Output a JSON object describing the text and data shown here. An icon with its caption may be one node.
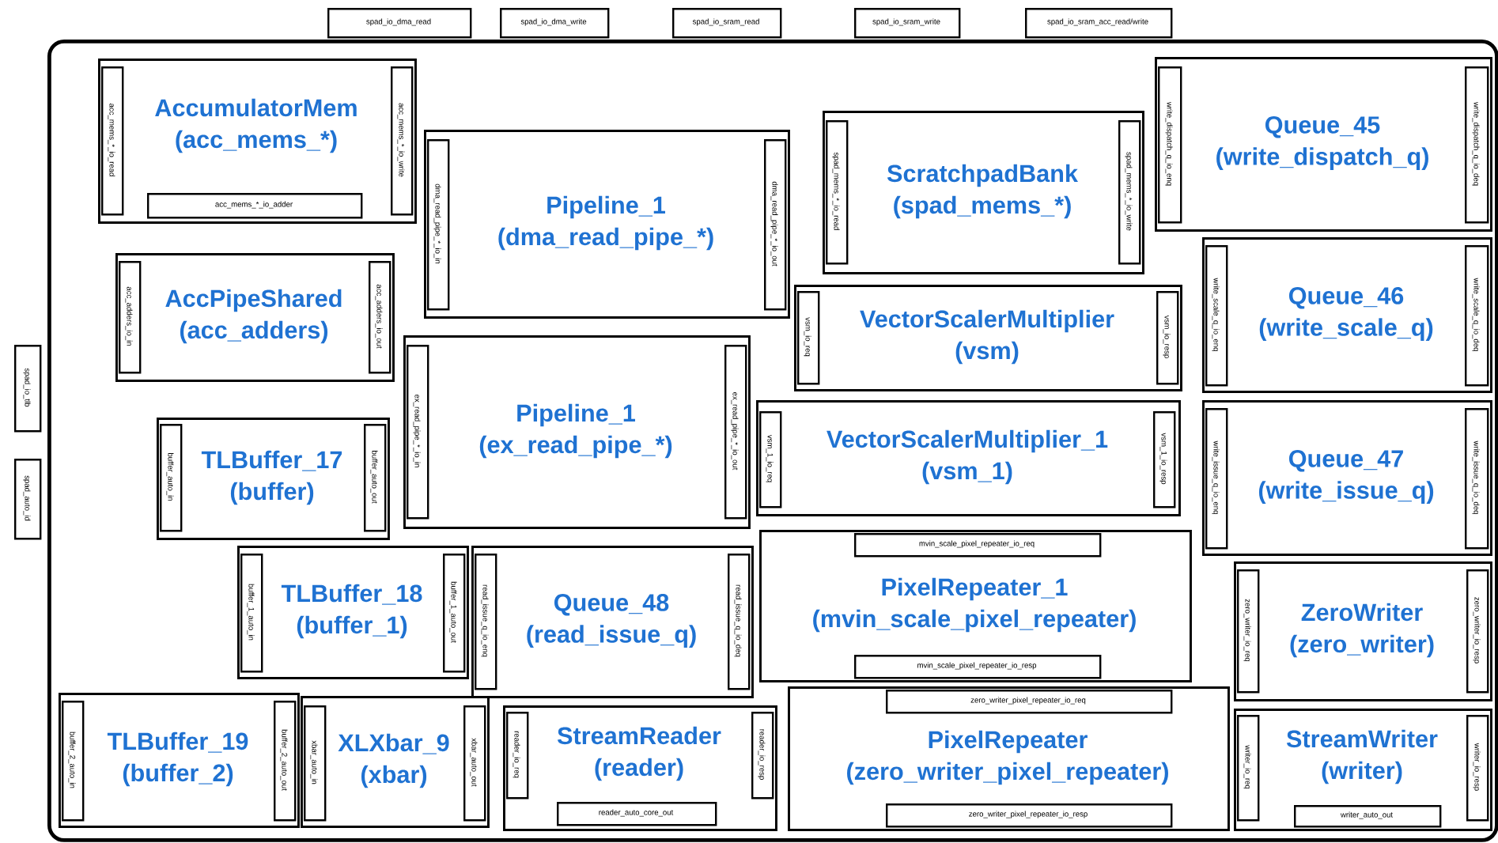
{
  "diagram": {
    "nodes": [
      {
        "text": [],
        "shape": "box"
      },
      {
        "text": [
          "spad_io_dma_read"
        ]
      },
      {
        "text": [
          "spad_io_dma_write"
        ]
      },
      {
        "text": [
          "spad_io_sram_read"
        ]
      },
      {
        "text": [
          "spad_io_sram_write"
        ]
      },
      {
        "text": [
          "spad_io_sram_acc_read/write"
        ]
      },
      {
        "text": [
          "spad_io_tlb"
        ]
      },
      {
        "text": [
          "spad_auto_id"
        ]
      },
      {
        "text": [
          "AccumulatorMem",
          "(acc_mems_*)"
        ],
        "in": 0
      },
      {
        "text": [
          "acc_mems_*_io_read"
        ],
        "in": 8
      },
      {
        "text": [
          "acc_mems_*_io_write"
        ],
        "in": 8
      },
      {
        "text": [
          "acc_mems_*_io_adder"
        ],
        "in": 8
      },
      {
        "text": [
          "Pipeline_1",
          "(dma_read_pipe_*)"
        ],
        "in": 0
      },
      {
        "text": [
          "dma_read_pipe_*_io_in"
        ],
        "in": 12
      },
      {
        "text": [
          "dma_read_pipe_*_io_out"
        ],
        "in": 12
      },
      {
        "text": [
          "ScratchpadBank",
          "(spad_mems_*)"
        ],
        "in": 0
      },
      {
        "text": [
          "spad_mems_*_io_read"
        ],
        "in": 15
      },
      {
        "text": [
          "spad_mems_*_io_write"
        ],
        "in": 15
      },
      {
        "text": [
          "Queue_45",
          "(write_dispatch_q)"
        ],
        "in": 0
      },
      {
        "text": [
          "write_dispatch_q_io_enq"
        ],
        "in": 18
      },
      {
        "text": [
          "write_dispatch_q_io_deq"
        ],
        "in": 18
      },
      {
        "text": [
          "AccPipeShared",
          "(acc_adders)"
        ],
        "in": 0
      },
      {
        "text": [
          "acc_adders_io_in"
        ],
        "in": 21
      },
      {
        "text": [
          "acc_adders_io_out"
        ],
        "in": 21
      },
      {
        "text": [
          "VectorScalerMultiplier",
          "(vsm)"
        ],
        "in": 0
      },
      {
        "text": [
          "vsm_io_req"
        ],
        "in": 24
      },
      {
        "text": [
          "vsm_io_resp"
        ],
        "in": 24
      },
      {
        "text": [
          "Queue_46",
          "(write_scale_q)"
        ],
        "in": 0
      },
      {
        "text": [
          "write_scale_q_io_enq"
        ],
        "in": 27
      },
      {
        "text": [
          "write_scale_q_io_deq"
        ],
        "in": 27
      },
      {
        "text": [
          "Pipeline_1",
          "(ex_read_pipe_*)"
        ],
        "in": 0
      },
      {
        "text": [
          "ex_read_pipe_*_io_in"
        ],
        "in": 30
      },
      {
        "text": [
          "ex_read_pipe_*_io_out"
        ],
        "in": 30
      },
      {
        "text": [
          "VectorScalerMultiplier_1",
          "(vsm_1)"
        ],
        "in": 0
      },
      {
        "text": [
          "vsm_1_io_req"
        ],
        "in": 33
      },
      {
        "text": [
          "vsm_1_io_resp"
        ],
        "in": 33
      },
      {
        "text": [
          "TLBuffer_17",
          "(buffer)"
        ],
        "in": 0
      },
      {
        "text": [
          "buffer_auto_in"
        ],
        "in": 36
      },
      {
        "text": [
          "buffer_auto_out"
        ],
        "in": 36
      },
      {
        "text": [
          "Queue_47",
          "(write_issue_q)"
        ],
        "in": 0
      },
      {
        "text": [
          "write_issue_q_io_enq"
        ],
        "in": 39
      },
      {
        "text": [
          "write_issue_q_io_deq"
        ],
        "in": 39
      },
      {
        "text": [
          "TLBuffer_18",
          "(buffer_1)"
        ],
        "in": 0
      },
      {
        "text": [
          "buffer_1_auto_in"
        ],
        "in": 42
      },
      {
        "text": [
          "buffer_1_auto_out"
        ],
        "in": 42
      },
      {
        "text": [
          "Queue_48",
          "(read_issue_q)"
        ],
        "in": 0
      },
      {
        "text": [
          "read_issue_q_io_enq"
        ],
        "in": 45
      },
      {
        "text": [
          "read_issue_q_io_deq"
        ],
        "in": 45
      },
      {
        "text": [
          "PixelRepeater_1",
          "(mvin_scale_pixel_repeater)"
        ],
        "in": 0
      },
      {
        "text": [
          "mvin_scale_pixel_repeater_io_req"
        ],
        "in": 48
      },
      {
        "text": [
          "mvin_scale_pixel_repeater_io_resp"
        ],
        "in": 48
      },
      {
        "text": [
          "ZeroWriter",
          "(zero_writer)"
        ],
        "in": 0
      },
      {
        "text": [
          "zero_writer_io_req"
        ],
        "in": 51
      },
      {
        "text": [
          "zero_writer_io_resp"
        ],
        "in": 51
      },
      {
        "text": [
          "TLBuffer_19",
          "(buffer_2)"
        ],
        "in": 0
      },
      {
        "text": [
          "buffer_2_auto_in"
        ],
        "in": 54
      },
      {
        "text": [
          "buffer_2_auto_out"
        ],
        "in": 54
      },
      {
        "text": [
          "XLXbar_9",
          "(xbar)"
        ],
        "in": 0
      },
      {
        "text": [
          "xbar_auto_in"
        ],
        "in": 57
      },
      {
        "text": [
          "xbar_auto_out"
        ],
        "in": 57
      },
      {
        "text": [
          "StreamReader",
          "(reader)"
        ],
        "in": 0
      },
      {
        "text": [
          "reader_io_req"
        ],
        "in": 60
      },
      {
        "text": [
          "reader_io_resp"
        ],
        "in": 60
      },
      {
        "text": [
          "reader_auto_core_out"
        ],
        "in": 60
      },
      {
        "text": [
          "PixelRepeater",
          "(zero_writer_pixel_repeater)"
        ],
        "in": 0
      },
      {
        "text": [
          "zero_writer_pixel_repeater_io_req"
        ],
        "in": 64
      },
      {
        "text": [
          "zero_writer_pixel_repeater_io_resp"
        ],
        "in": 64
      },
      {
        "text": [
          "StreamWriter",
          "(writer)"
        ],
        "in": 0
      },
      {
        "text": [
          "writer_io_req"
        ],
        "in": 67
      },
      {
        "text": [
          "writer_io_resp"
        ],
        "in": 67
      },
      {
        "text": [
          "writer_auto_out"
        ],
        "in": 67
      }
    ]
  }
}
